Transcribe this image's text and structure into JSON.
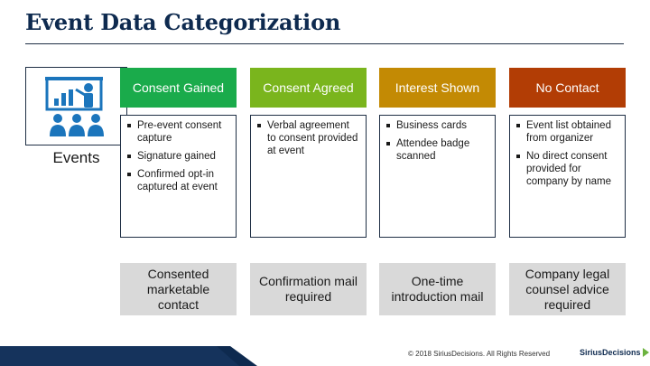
{
  "title": "Event Data Categorization",
  "events": {
    "label": "Events",
    "icon": "presentation-audience-icon"
  },
  "columns": [
    {
      "heading": "Consent Gained",
      "color": "#1aab4b",
      "bullets": [
        "Pre-event consent capture",
        "Signature gained",
        "Confirmed opt-in captured at event"
      ],
      "outcome": "Consented marketable contact"
    },
    {
      "heading": "Consent Agreed",
      "color": "#7ab51d",
      "bullets": [
        "Verbal agreement to consent provided at event"
      ],
      "outcome": "Confirmation mail required"
    },
    {
      "heading": "Interest Shown",
      "color": "#c38a04",
      "bullets": [
        "Business cards",
        "Attendee badge scanned"
      ],
      "outcome": "One-time introduction mail"
    },
    {
      "heading": "No Contact",
      "color": "#b23d05",
      "bullets": [
        "Event list obtained from organizer",
        "No direct consent provided for company by name"
      ],
      "outcome": "Company legal counsel advice required"
    }
  ],
  "footer": {
    "copyright": "© 2018 SiriusDecisions. All Rights Reserved",
    "logo": "SiriusDecisions"
  },
  "colors": {
    "navy": "#0e2a4f",
    "icon_blue": "#1b75bc"
  }
}
